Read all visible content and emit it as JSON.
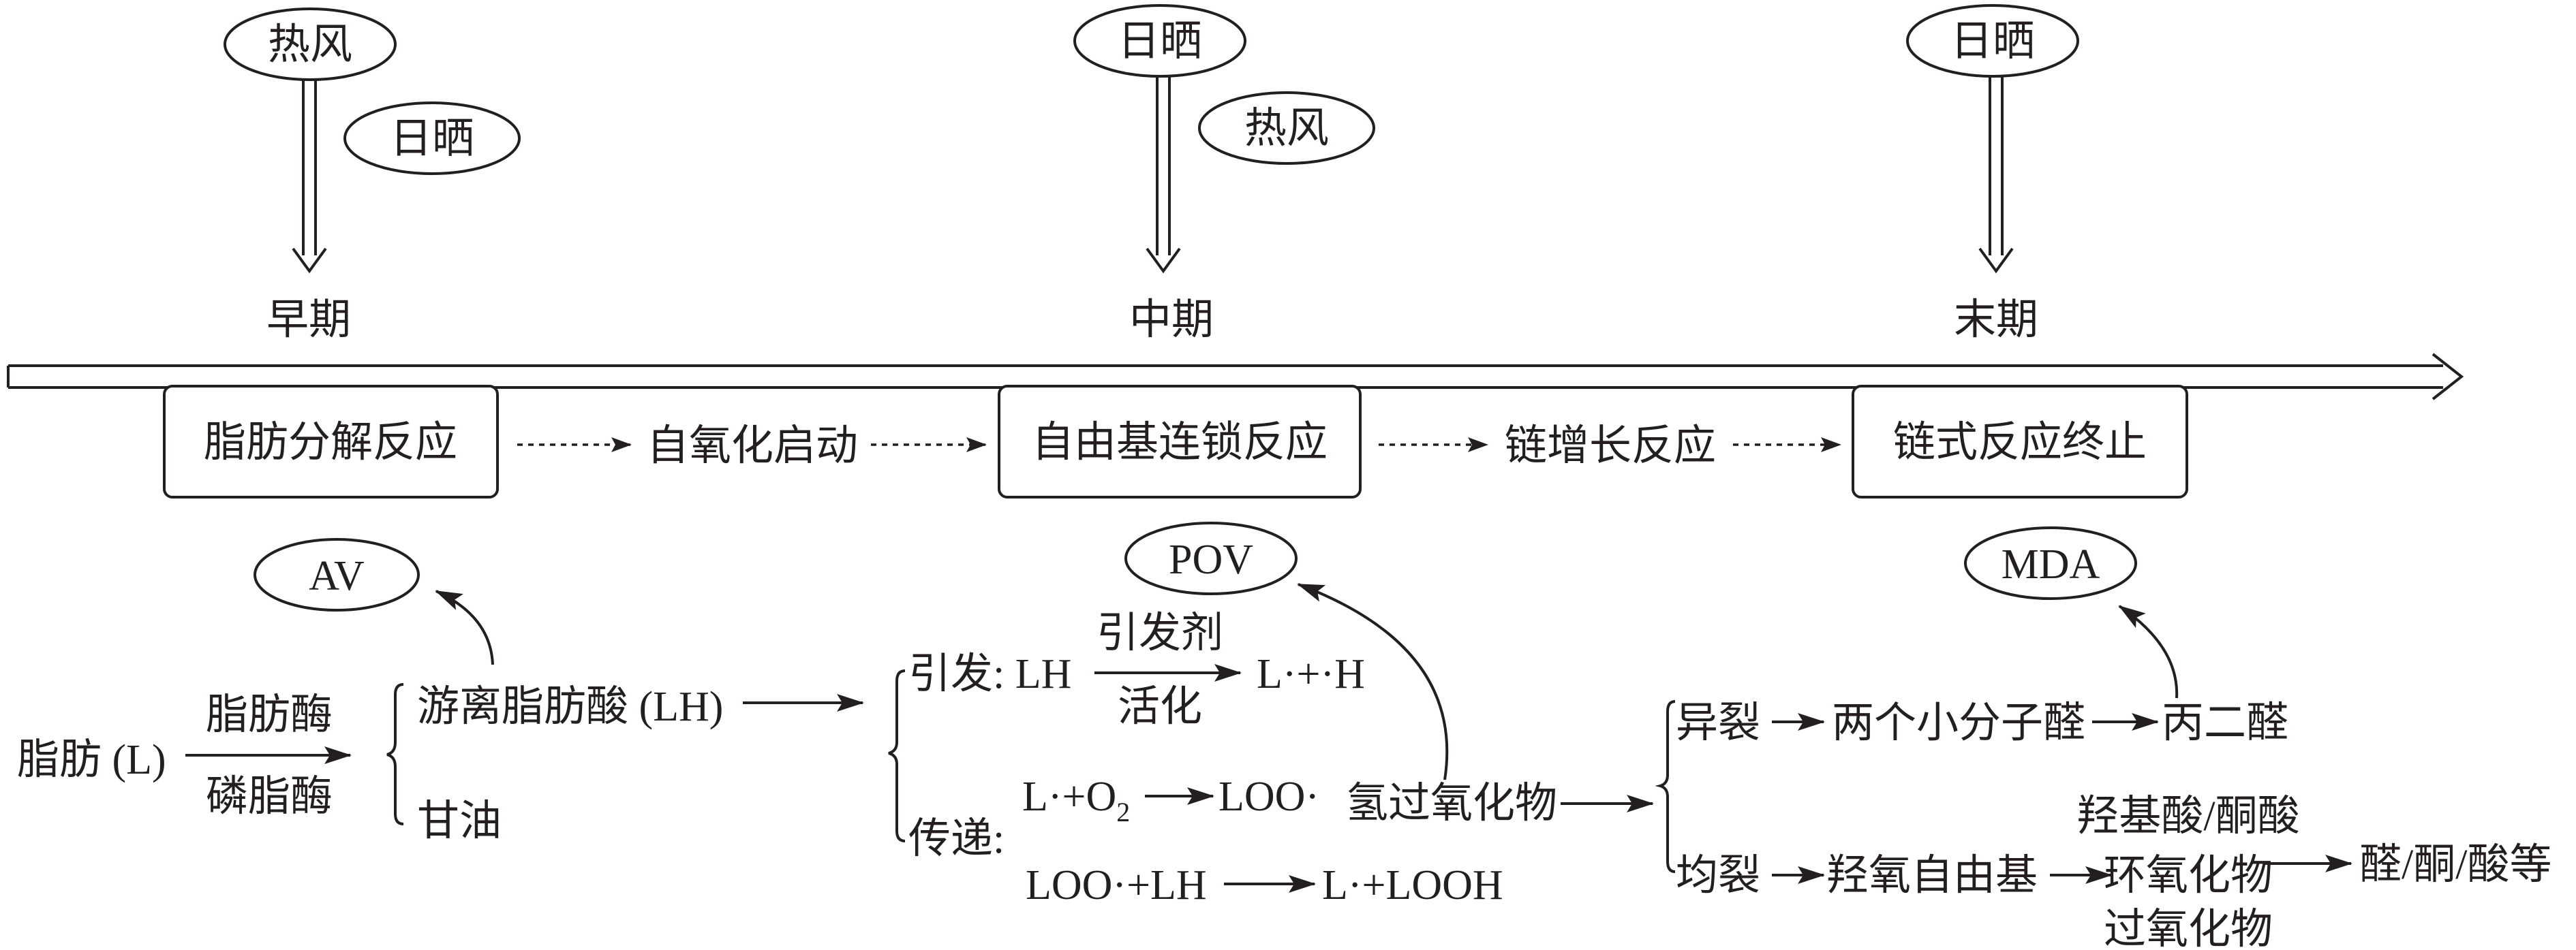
{
  "stages": [
    {
      "label": "早期",
      "factors": [
        "热风",
        "日晒"
      ]
    },
    {
      "label": "中期",
      "factors": [
        "日晒",
        "热风"
      ]
    },
    {
      "label": "末期",
      "factors": [
        "日晒"
      ]
    }
  ],
  "boxes": [
    "脂肪分解反应",
    "自由基连锁反应",
    "链式反应终止"
  ],
  "transitions": [
    "自氧化启动",
    "链增长反应"
  ],
  "indicators": [
    "AV",
    "POV",
    "MDA"
  ],
  "lipolysis": {
    "fat": "脂肪 (L)",
    "enzyme_top": "脂肪酶",
    "enzyme_bottom": "磷脂酶",
    "ffa": "游离脂肪酸 (LH)",
    "glycerol": "甘油"
  },
  "chain": {
    "initiation_label": "引发: LH",
    "initiator": "引发剂",
    "activation": "活化",
    "initiation_product": "L·+·H",
    "propagation_label": "传递:",
    "step1_left": "L·+O",
    "step1_sub": "2",
    "step1_right": "LOO·",
    "step2_left": "LOO·+LH",
    "step2_right": "L·+LOOH",
    "hydroperoxide": "氢过氧化物"
  },
  "termination": {
    "hetero": "异裂",
    "small_aldehydes": "两个小分子醛",
    "mda": "丙二醛",
    "homo": "均裂",
    "alkoxy": "羟氧自由基",
    "products": [
      "羟基酸/酮酸",
      "环氧化物",
      "过氧化物"
    ],
    "final": "醛/酮/酸等"
  }
}
